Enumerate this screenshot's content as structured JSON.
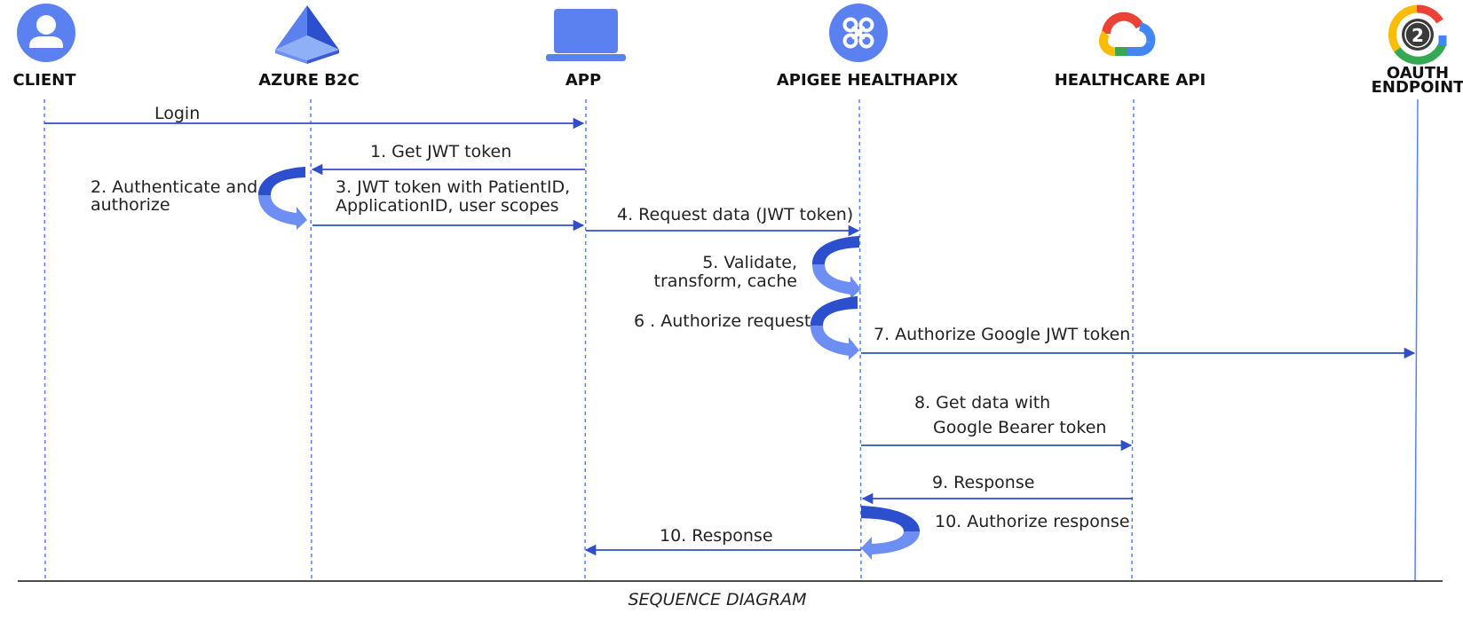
{
  "caption": "SEQUENCE DIAGRAM",
  "colors": {
    "lifeline": "#5b7ff5",
    "arrow": "#2e4fc9",
    "icon_blue": "#5b80f0",
    "self_dark": "#2c4fce",
    "self_light": "#6d8ff3"
  },
  "actors": [
    {
      "id": "client",
      "name": "CLIENT",
      "icon": "person-icon"
    },
    {
      "id": "azure",
      "name": "AZURE B2C",
      "icon": "azure-pyramid-icon"
    },
    {
      "id": "app",
      "name": "APP",
      "icon": "laptop-icon"
    },
    {
      "id": "apigee",
      "name": "APIGEE HEALTHAPIX",
      "icon": "apigee-cross-icon"
    },
    {
      "id": "healthcare",
      "name": "HEALTHCARE API",
      "icon": "google-cloud-icon"
    },
    {
      "id": "oauth",
      "name": "OAUTH",
      "name2": "ENDPOINT",
      "icon": "oauth2-google-icon"
    }
  ],
  "messages": [
    {
      "id": "m0",
      "text": "Login"
    },
    {
      "id": "m1",
      "text": "1. Get JWT token"
    },
    {
      "id": "m2a",
      "text": "2. Authenticate and"
    },
    {
      "id": "m2b",
      "text": "authorize"
    },
    {
      "id": "m3a",
      "text": "3. JWT token with PatientID,"
    },
    {
      "id": "m3b",
      "text": "ApplicationID, user scopes"
    },
    {
      "id": "m4",
      "text": "4. Request data (JWT token)"
    },
    {
      "id": "m5a",
      "text": "5. Validate,"
    },
    {
      "id": "m5b",
      "text": "transform, cache"
    },
    {
      "id": "m6",
      "text": "6 . Authorize request"
    },
    {
      "id": "m7",
      "text": "7. Authorize Google JWT token"
    },
    {
      "id": "m8a",
      "text": "8. Get data with"
    },
    {
      "id": "m8b",
      "text": "Google Bearer token"
    },
    {
      "id": "m9",
      "text": "9. Response"
    },
    {
      "id": "m10a",
      "text": "10. Authorize response"
    },
    {
      "id": "m10b",
      "text": "10. Response"
    }
  ],
  "oauth_badge": "2"
}
